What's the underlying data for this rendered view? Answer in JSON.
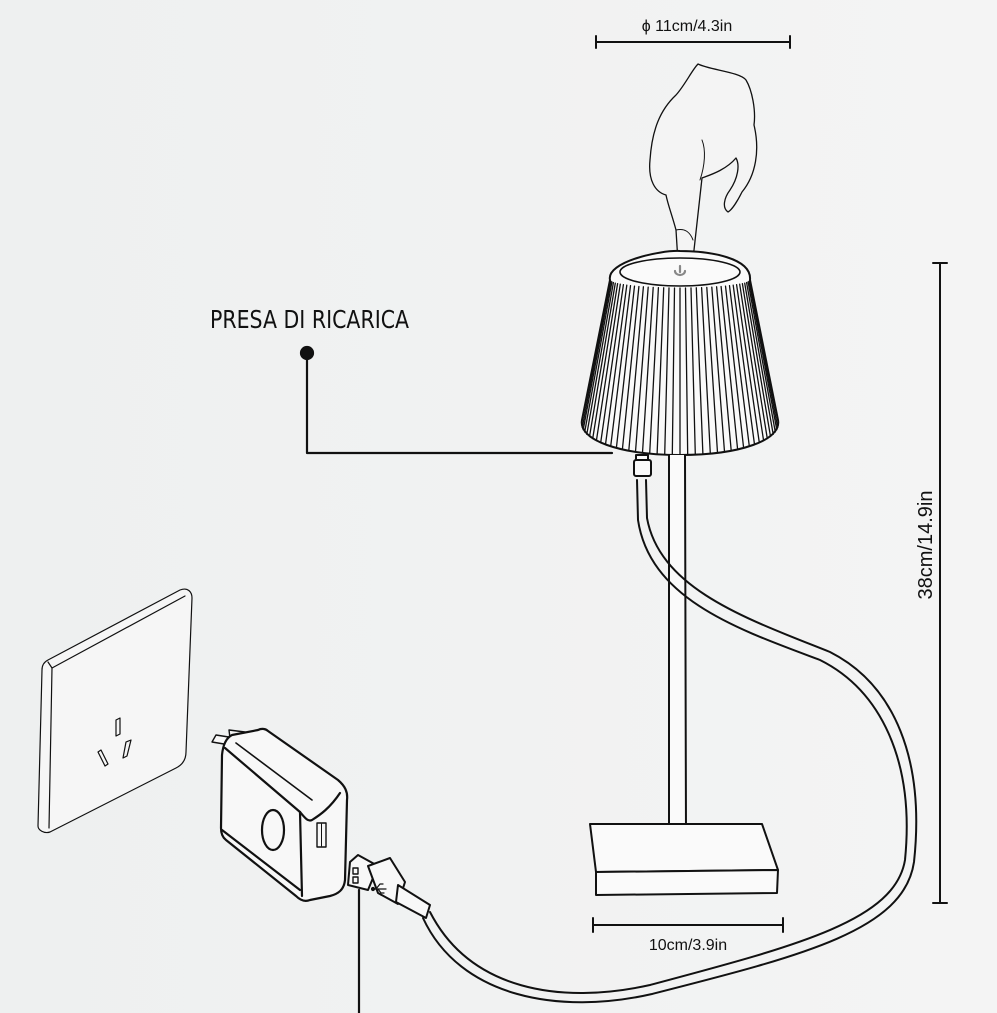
{
  "labels": {
    "charging_port": "PRESA DI RICARICA",
    "diameter": "ϕ 11cm/4.3in",
    "height": "38cm/14.9in",
    "base_width": "10cm/3.9in"
  },
  "colors": {
    "line": "#111111",
    "background": "#f1f2f2",
    "power_icon": "#888888"
  },
  "icons": [
    "power-icon",
    "usb-icon",
    "hand-pointer-icon"
  ]
}
